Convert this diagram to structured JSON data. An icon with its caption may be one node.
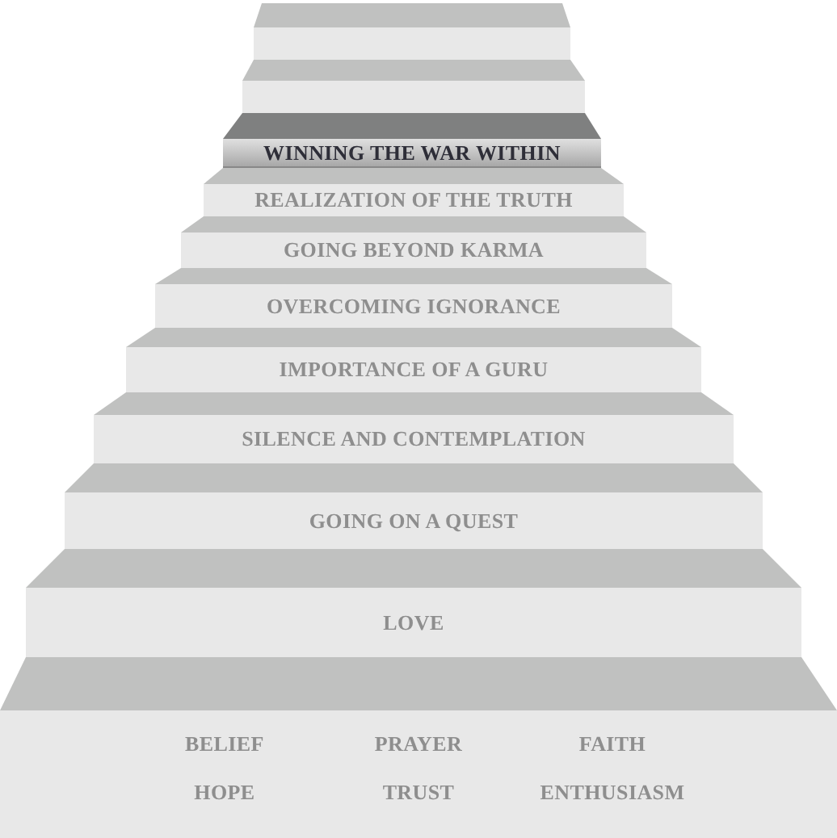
{
  "diagram": {
    "nodes": [
      {
        "text": [],
        "shape": "box"
      },
      {
        "text": [],
        "shape": "box"
      },
      {
        "text": [
          "WINNING THE WAR WITHIN"
        ]
      },
      {
        "text": [
          "REALIZATION OF THE TRUTH"
        ]
      },
      {
        "text": [
          "GOING BEYOND KARMA"
        ]
      },
      {
        "text": [
          "OVERCOMING IGNORANCE"
        ]
      },
      {
        "text": [
          "IMPORTANCE OF A GURU"
        ]
      },
      {
        "text": [
          "SILENCE AND CONTEMPLATION"
        ]
      },
      {
        "text": [
          "GOING ON A QUEST"
        ]
      },
      {
        "text": [
          "LOVE"
        ]
      },
      {
        "text": [
          "BELIEF",
          "PRAYER",
          "FAITH",
          "HOPE",
          "TRUST",
          "ENTHUSIASM"
        ]
      }
    ]
  }
}
